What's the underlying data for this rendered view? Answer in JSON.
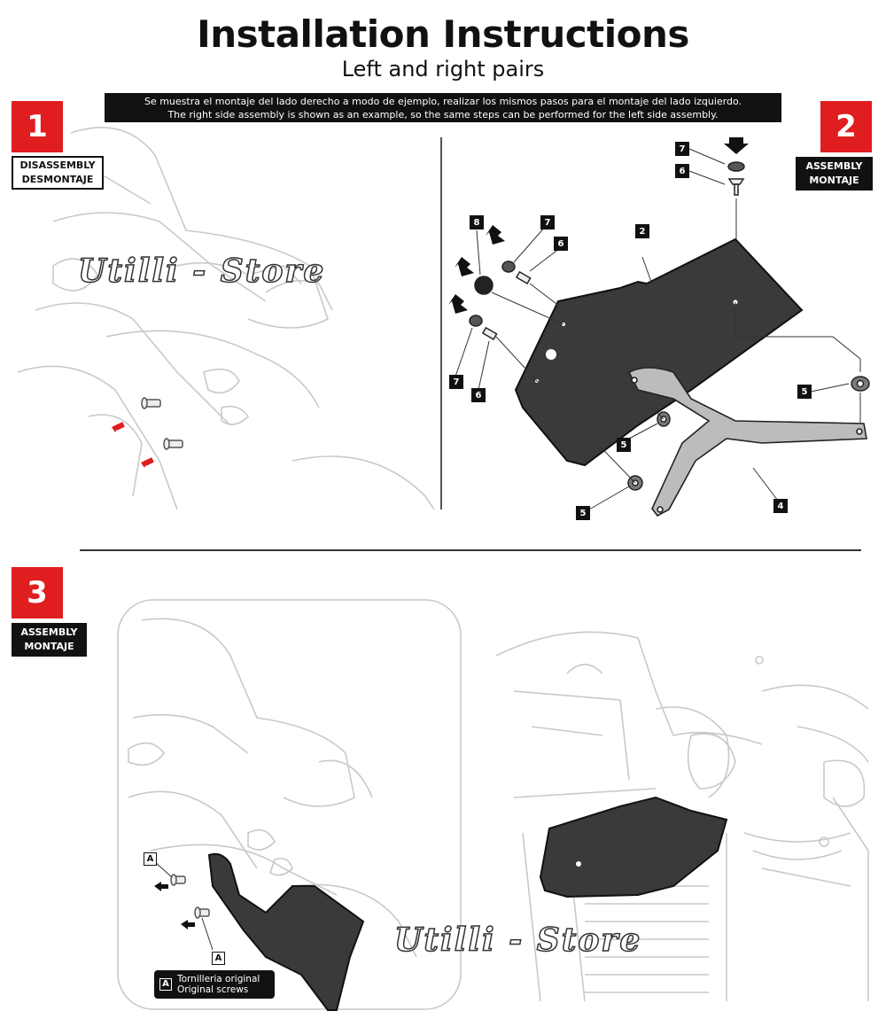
{
  "header": {
    "title": "Installation Instructions",
    "subtitle": "Left and right pairs",
    "note_es": "Se muestra el montaje del lado derecho a modo de ejemplo, realizar los mismos pasos para el montaje del lado izquierdo.",
    "note_en": "The right side assembly is shown as an example, so the same steps can be performed for the left side assembly."
  },
  "steps": [
    {
      "number": "1",
      "label_en": "DISASSEMBLY",
      "label_es": "DESMONTAJE"
    },
    {
      "number": "2",
      "label_en": "ASSEMBLY",
      "label_es": "MONTAJE"
    },
    {
      "number": "3",
      "label_en": "ASSEMBLY",
      "label_es": "MONTAJE"
    }
  ],
  "part_tags": {
    "p2": "2",
    "p4": "4",
    "p5": "5",
    "p6": "6",
    "p7": "7",
    "p8": "8"
  },
  "screw_tag": "A",
  "legend": {
    "key": "A",
    "line1": "Tornilleria original",
    "line2": "Original screws"
  },
  "watermark": "Utilli - Store",
  "colors": {
    "accent": "#e01d1f",
    "dark": "#111111",
    "part_fill": "#3a3a3a"
  }
}
